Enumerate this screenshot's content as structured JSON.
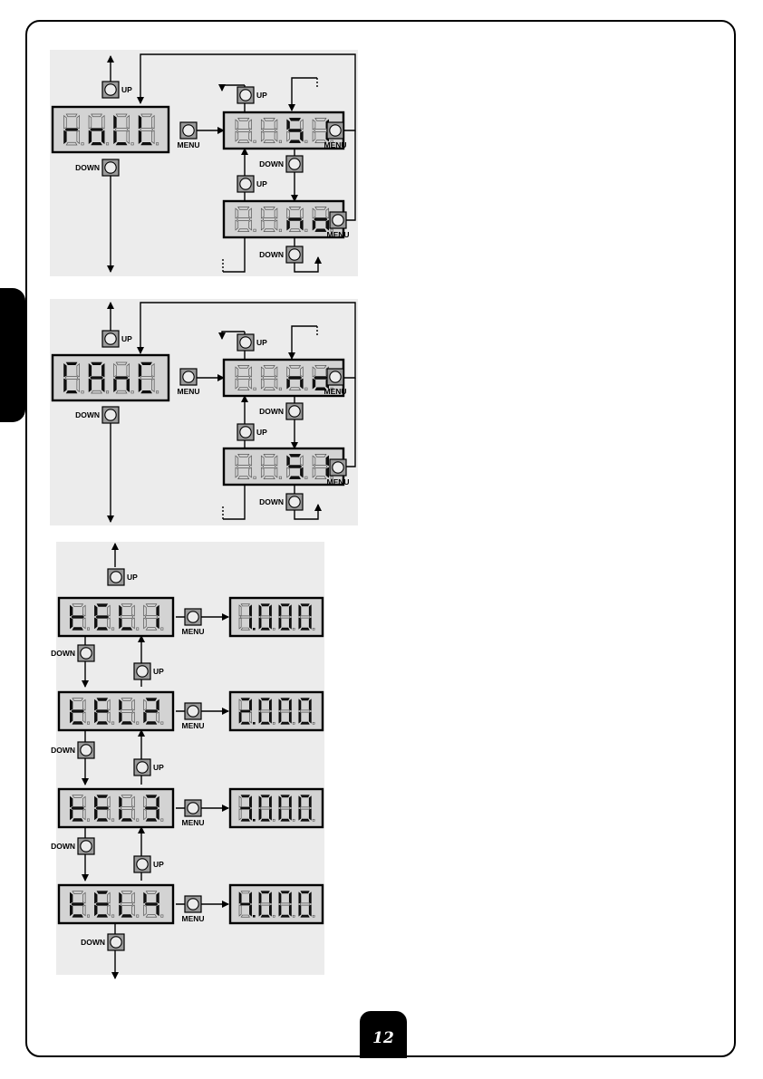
{
  "buttons": {
    "up": "UP",
    "down": "DOWN",
    "menu": "MENU"
  },
  "page_number": "12",
  "displays": [
    {
      "id": "roll",
      "chars": [
        "r",
        "o",
        "L",
        "L"
      ]
    },
    {
      "id": "roll-si",
      "chars": [
        "8",
        "8",
        "S",
        "I"
      ]
    },
    {
      "id": "roll-no",
      "chars": [
        "8",
        "8",
        "n",
        "o"
      ]
    },
    {
      "id": "canc",
      "chars": [
        "C",
        "A",
        "n",
        "C"
      ]
    },
    {
      "id": "canc-no",
      "chars": [
        "8",
        "8",
        "n",
        "o"
      ]
    },
    {
      "id": "canc-si",
      "chars": [
        "8",
        "8",
        "S",
        "I"
      ]
    },
    {
      "id": "tel1",
      "chars": [
        "t",
        "E",
        "L",
        "1"
      ]
    },
    {
      "id": "tel1-val",
      "chars": [
        "1",
        "0",
        "0",
        "0"
      ],
      "dot_after": 0
    },
    {
      "id": "tel2",
      "chars": [
        "t",
        "E",
        "L",
        "2"
      ]
    },
    {
      "id": "tel2-val",
      "chars": [
        "2",
        "0",
        "0",
        "0"
      ],
      "dot_after": 0
    },
    {
      "id": "tel3",
      "chars": [
        "t",
        "E",
        "L",
        "3"
      ]
    },
    {
      "id": "tel3-val",
      "chars": [
        "3",
        "0",
        "0",
        "0"
      ],
      "dot_after": 0
    },
    {
      "id": "tel4",
      "chars": [
        "t",
        "E",
        "L",
        "4"
      ]
    },
    {
      "id": "tel4-val",
      "chars": [
        "4",
        "0",
        "0",
        "0"
      ],
      "dot_after": 0
    }
  ]
}
